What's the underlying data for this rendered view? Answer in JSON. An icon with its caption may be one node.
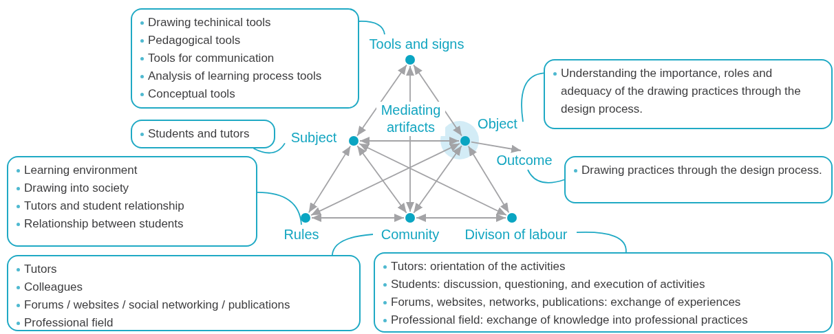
{
  "diagram": {
    "nodes": [
      {
        "text": [
          "Drawing techinical tools",
          "Pedagogical tools",
          "Tools for communication",
          "Analysis of learning process tools",
          "Conceptual tools"
        ]
      },
      {
        "text": [
          "Tools and signs"
        ]
      },
      {
        "text": [],
        "shape": "circle"
      },
      {
        "text": [
          "Students and tutors"
        ]
      },
      {
        "text": [
          "Subject"
        ]
      },
      {
        "text": [],
        "shape": "circle"
      },
      {
        "text": [
          "Understanding the importance, roles and adequacy of the drawing practices through the design process."
        ]
      },
      {
        "text": [
          "Object"
        ]
      },
      {
        "text": [],
        "shape": "circle"
      },
      {
        "text": [
          "Outcome"
        ]
      },
      {
        "text": [
          "Drawing practices through the design process."
        ]
      },
      {
        "text": [
          "Learning environment",
          "Drawing into society",
          "Tutors and student relationship",
          "Relationship between students"
        ]
      },
      {
        "text": [
          "Rules"
        ]
      },
      {
        "text": [],
        "shape": "circle"
      },
      {
        "text": [
          "Comunity"
        ]
      },
      {
        "text": [],
        "shape": "circle"
      },
      {
        "text": [
          "Divison of labour"
        ]
      },
      {
        "text": [],
        "shape": "circle"
      },
      {
        "text": [
          "Tutors",
          "Colleagues",
          "Forums / websites / social networking / publications",
          "Professional field"
        ]
      },
      {
        "text": [
          "Tutors: orientation of the activities",
          "Students: discussion, questioning, and execution of activities",
          "Forums, websites, networks, publications: exchange of experiences",
          "Professional field: exchange of knowledge into professional practices"
        ]
      }
    ],
    "edges": [
      {
        "from": 2,
        "to": 5,
        "arrow": "both"
      },
      {
        "from": 2,
        "to": 8,
        "arrow": "both"
      },
      {
        "from": 2,
        "to": 15,
        "arrow": "both"
      },
      {
        "from": 5,
        "to": 8,
        "arrow": "both"
      },
      {
        "from": 5,
        "to": 13,
        "arrow": "both"
      },
      {
        "from": 5,
        "to": 15,
        "arrow": "both"
      },
      {
        "from": 5,
        "to": 17,
        "arrow": "both"
      },
      {
        "from": 8,
        "to": 13,
        "arrow": "both"
      },
      {
        "from": 8,
        "to": 15,
        "arrow": "both"
      },
      {
        "from": 8,
        "to": 17,
        "arrow": "both"
      },
      {
        "from": 13,
        "to": 15,
        "arrow": "both"
      },
      {
        "from": 15,
        "to": 17,
        "arrow": "both"
      },
      {
        "from": 8,
        "to": 9,
        "arrow": "to"
      },
      {
        "from": 0,
        "to": 1,
        "arrow": "none",
        "color": "#1fa9c4"
      },
      {
        "from": 3,
        "to": 4,
        "arrow": "none",
        "color": "#1fa9c4"
      },
      {
        "from": 6,
        "to": 7,
        "arrow": "none",
        "color": "#1fa9c4"
      },
      {
        "from": 10,
        "to": 9,
        "arrow": "none",
        "color": "#1fa9c4"
      },
      {
        "from": 11,
        "to": 12,
        "arrow": "none",
        "color": "#1fa9c4"
      },
      {
        "from": 18,
        "to": 14,
        "arrow": "none",
        "color": "#1fa9c4"
      },
      {
        "from": 19,
        "to": 16,
        "arrow": "none",
        "color": "#1fa9c4"
      }
    ],
    "labels": [
      "Mediating artifacts"
    ]
  }
}
